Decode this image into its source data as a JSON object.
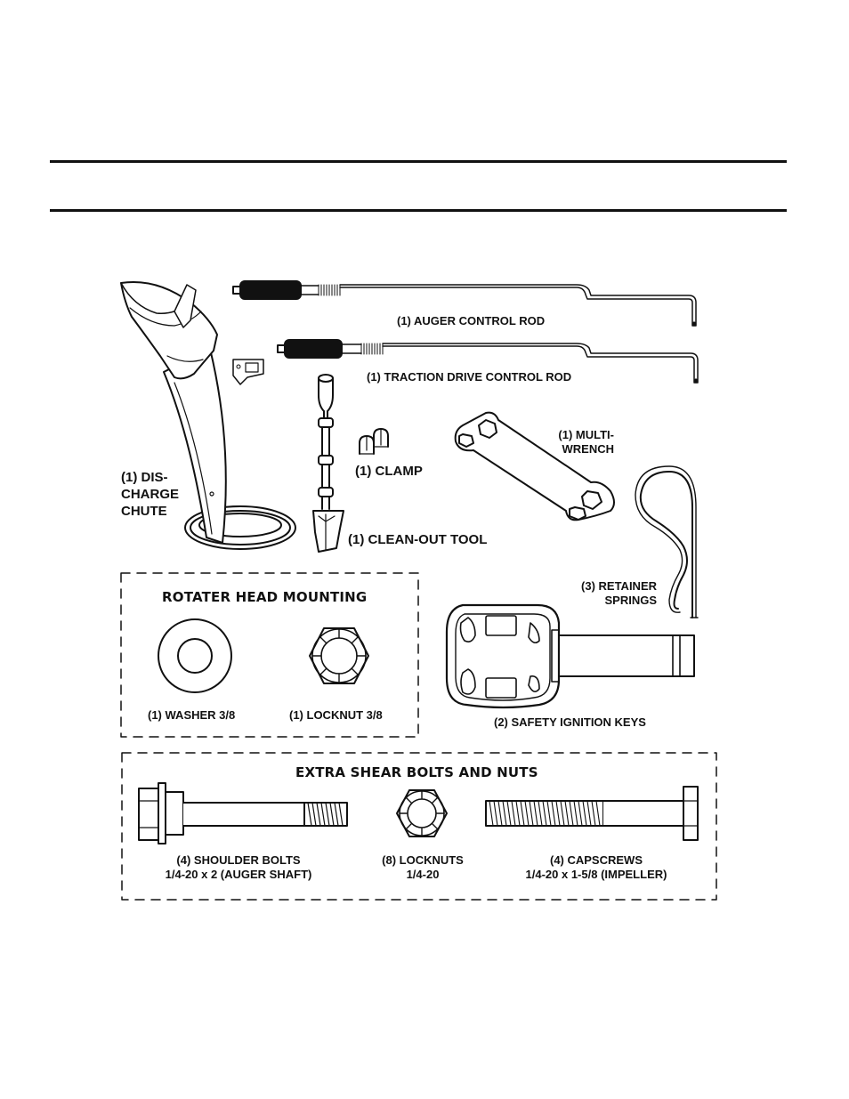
{
  "parts": {
    "auger_control_rod": "(1) AUGER CONTROL ROD",
    "traction_drive_control_rod": "(1) TRACTION DRIVE CONTROL ROD",
    "multi_wrench": "(1) MULTI-\nWRENCH",
    "clamp": "(1) CLAMP",
    "discharge_chute": "(1) DIS-\nCHARGE\nCHUTE",
    "clean_out_tool": "(1) CLEAN-OUT TOOL",
    "retainer_springs": "(3) RETAINER\nSPRINGS",
    "safety_ignition_keys": "(2) SAFETY IGNITION KEYS"
  },
  "rotater_head": {
    "title": "ROTATER HEAD MOUNTING",
    "washer": "(1) WASHER  3/8",
    "locknut": "(1) LOCKNUT  3/8"
  },
  "shear_bolts": {
    "title": "EXTRA SHEAR BOLTS AND NUTS",
    "shoulder_bolts": "(4) SHOULDER BOLTS\n1/4-20 x 2 (AUGER SHAFT)",
    "locknuts": "(8) LOCKNUTS\n1/4-20",
    "capscrews": "(4) CAPSCREWS\n1/4-20 x 1-5/8 (IMPELLER)"
  }
}
